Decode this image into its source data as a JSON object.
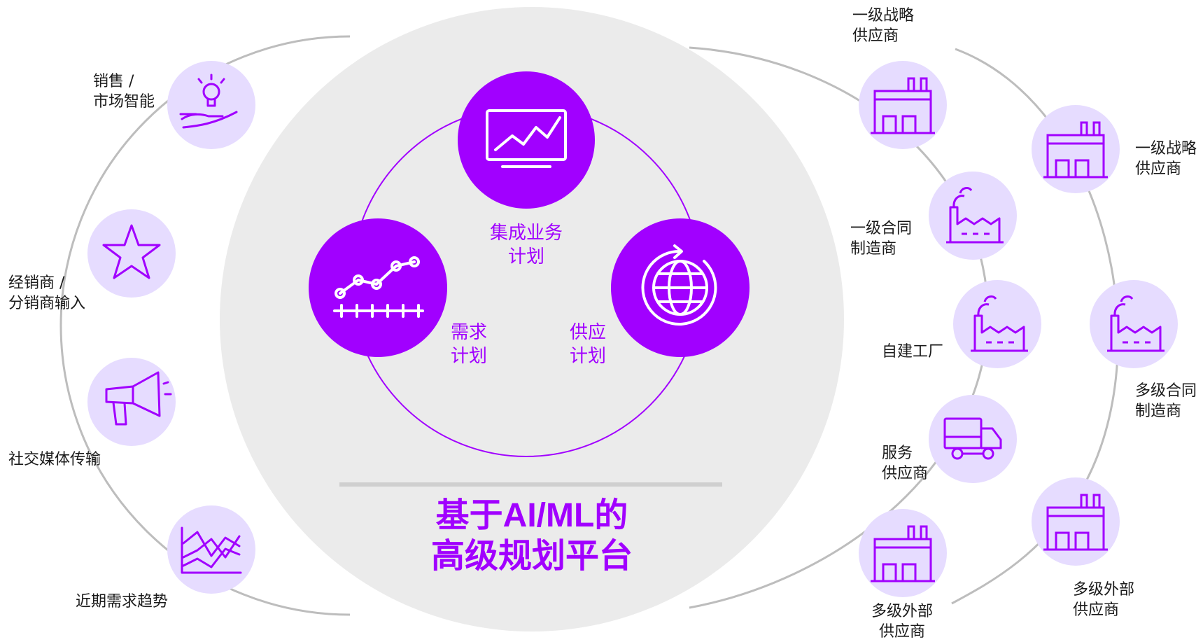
{
  "colors": {
    "accent": "#a100ff",
    "icon_bg": "#e6dcff",
    "platform_bg": "#ebebeb",
    "ring": "#bdbdbd",
    "text": "#1a1a1a"
  },
  "platform": {
    "title": "基于AI/ML的\n高级规划平台",
    "hub_labels": {
      "integrated": "集成业务\n计划",
      "demand": "需求\n计划",
      "supply": "供应\n计划"
    },
    "hub_icons": {
      "integrated": "monitor-chart-icon",
      "demand": "line-chart-icon",
      "supply": "globe-refresh-icon"
    }
  },
  "left_inputs": [
    {
      "label": "销售 /\n市场智能",
      "icon": "lightbulb-hand-icon"
    },
    {
      "label": "经销商 /\n分销商输入",
      "icon": "star-icon"
    },
    {
      "label": "社交媒体传输",
      "icon": "megaphone-icon"
    },
    {
      "label": "近期需求趋势",
      "icon": "trend-chart-icon"
    }
  ],
  "right_inner": [
    {
      "label": "一级战略\n供应商",
      "icon": "factory-icon"
    },
    {
      "label": "一级合同\n制造商",
      "icon": "smoke-factory-icon"
    },
    {
      "label": "自建工厂",
      "icon": "smoke-factory-icon"
    },
    {
      "label": "服务\n供应商",
      "icon": "truck-icon"
    },
    {
      "label": "多级外部\n供应商",
      "icon": "factory-icon"
    }
  ],
  "right_outer": [
    {
      "label": "一级战略\n供应商",
      "icon": "factory-icon"
    },
    {
      "label": "多级合同\n制造商",
      "icon": "smoke-factory-icon"
    },
    {
      "label": "多级外部\n供应商",
      "icon": "factory-icon"
    }
  ]
}
